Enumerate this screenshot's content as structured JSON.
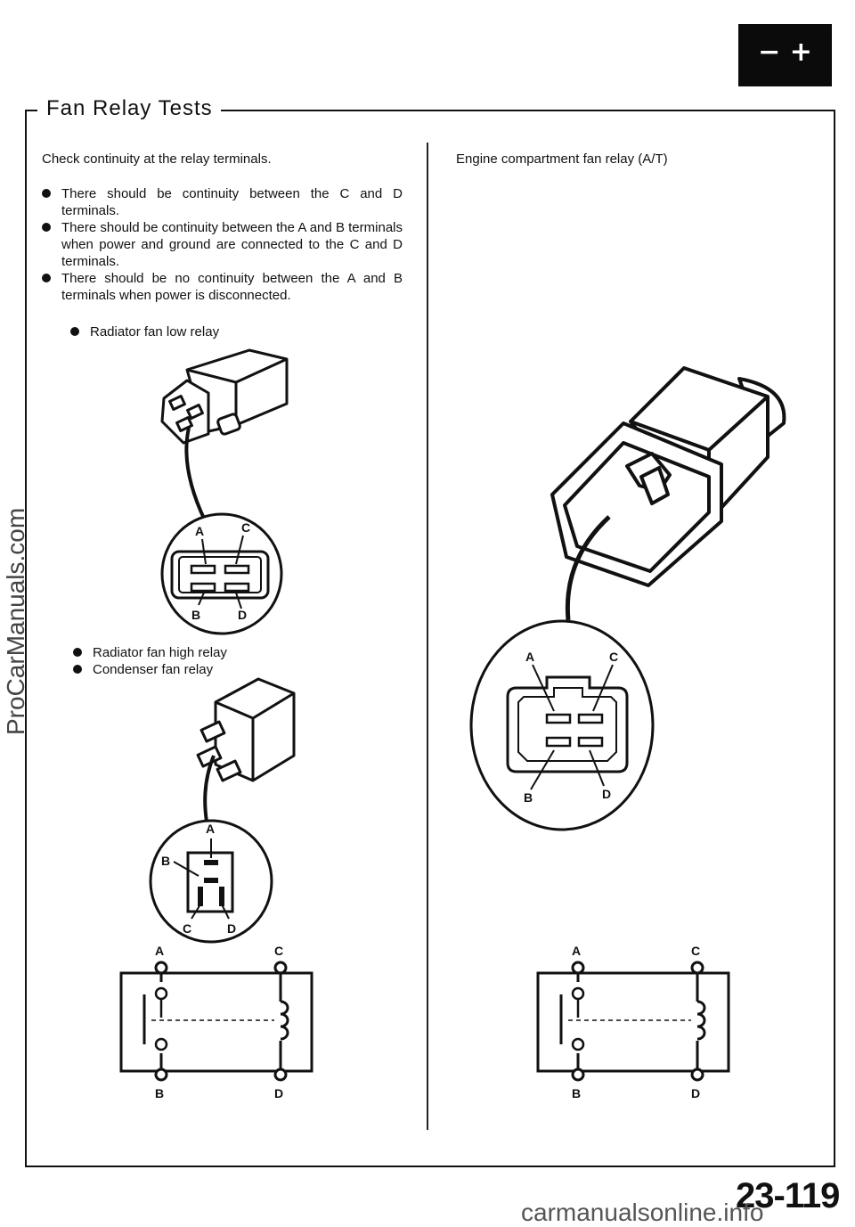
{
  "header": {
    "title": "Fan Relay Tests",
    "battery_symbol": "− +"
  },
  "left": {
    "intro": "Check continuity at the relay terminals.",
    "bullets": [
      "There should be continuity between the C and D terminals.",
      "There should be continuity between the A and B terminals when power and ground are connected to the C and D terminals.",
      "There should be no continuity between the A and B terminals when power is disconnected."
    ],
    "low_relay_label": "Radiator fan low relay",
    "high_relay_label": "Radiator fan high relay",
    "condenser_label": "Condenser fan relay"
  },
  "right": {
    "caption": "Engine compartment fan relay (A/T)"
  },
  "terminals": {
    "a": "A",
    "b": "B",
    "c": "C",
    "d": "D"
  },
  "footer": {
    "page_number": "23-119"
  },
  "watermarks": {
    "side": "ProCarManuals.com",
    "bottom": "carmanualsonline.info"
  }
}
